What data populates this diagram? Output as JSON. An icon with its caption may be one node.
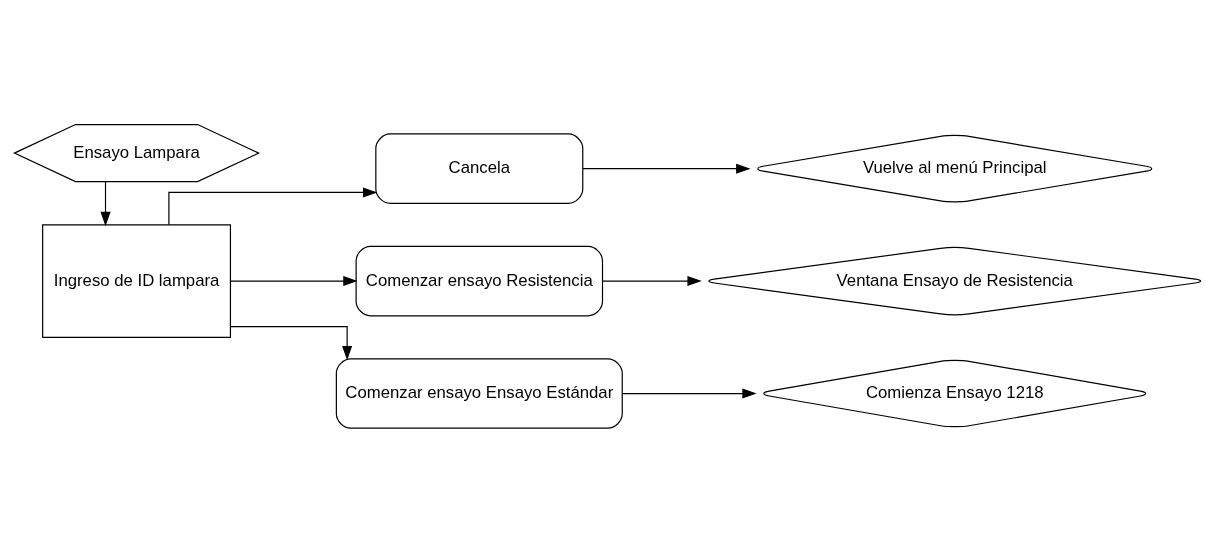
{
  "diagram": {
    "nodes": [
      {
        "text": [
          "Ensayo Lampara"
        ]
      },
      {
        "text": [
          "Ingreso de ID lampara"
        ]
      },
      {
        "text": [
          "Cancela"
        ]
      },
      {
        "text": [
          "Comenzar ensayo Resistencia"
        ]
      },
      {
        "text": [
          "Comenzar ensayo Ensayo Estándar"
        ]
      },
      {
        "text": [
          "Vuelve al menú Principal"
        ]
      },
      {
        "text": [
          "Ventana Ensayo de Resistencia"
        ]
      },
      {
        "text": [
          "Comienza Ensayo 1218"
        ]
      }
    ],
    "edges": [
      {
        "from": 0,
        "to": 1,
        "arrow": "to"
      },
      {
        "from": 1,
        "to": 2,
        "arrow": "to"
      },
      {
        "from": 1,
        "to": 3,
        "arrow": "to"
      },
      {
        "from": 1,
        "to": 4,
        "arrow": "to"
      },
      {
        "from": 2,
        "to": 5,
        "arrow": "to"
      },
      {
        "from": 3,
        "to": 6,
        "arrow": "to"
      },
      {
        "from": 4,
        "to": 7,
        "arrow": "to"
      }
    ]
  }
}
